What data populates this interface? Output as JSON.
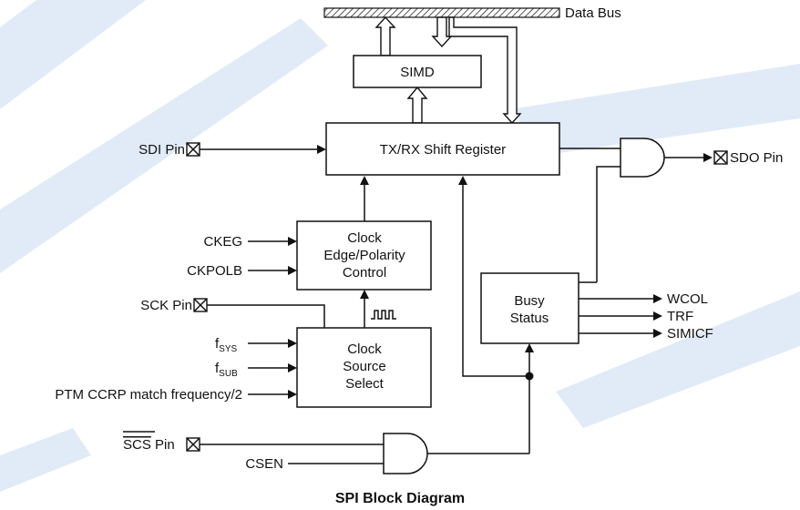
{
  "bus": {
    "label": "Data Bus"
  },
  "blocks": {
    "simd": "SIMD",
    "shift_register": "TX/RX Shift Register",
    "clock_edge": [
      "Clock",
      "Edge/Polarity",
      "Control"
    ],
    "clock_source": [
      "Clock",
      "Source",
      "Select"
    ],
    "busy": [
      "Busy",
      "Status"
    ]
  },
  "inputs": {
    "sdi": "SDI Pin",
    "ckeg": "CKEG",
    "ckpolb": "CKPOLB",
    "sck": "SCK Pin",
    "fsys": {
      "base": "f",
      "sub": "SYS"
    },
    "fsub": {
      "base": "f",
      "sub": "SUB"
    },
    "ptm": "PTM CCRP match frequency/2",
    "scs": "SCS",
    "scs_suffix": " Pin",
    "csen": "CSEN"
  },
  "outputs": {
    "sdo": "SDO Pin",
    "wcol": "WCOL",
    "trf": "TRF",
    "simicf": "SIMICF"
  },
  "caption": "SPI Block Diagram"
}
